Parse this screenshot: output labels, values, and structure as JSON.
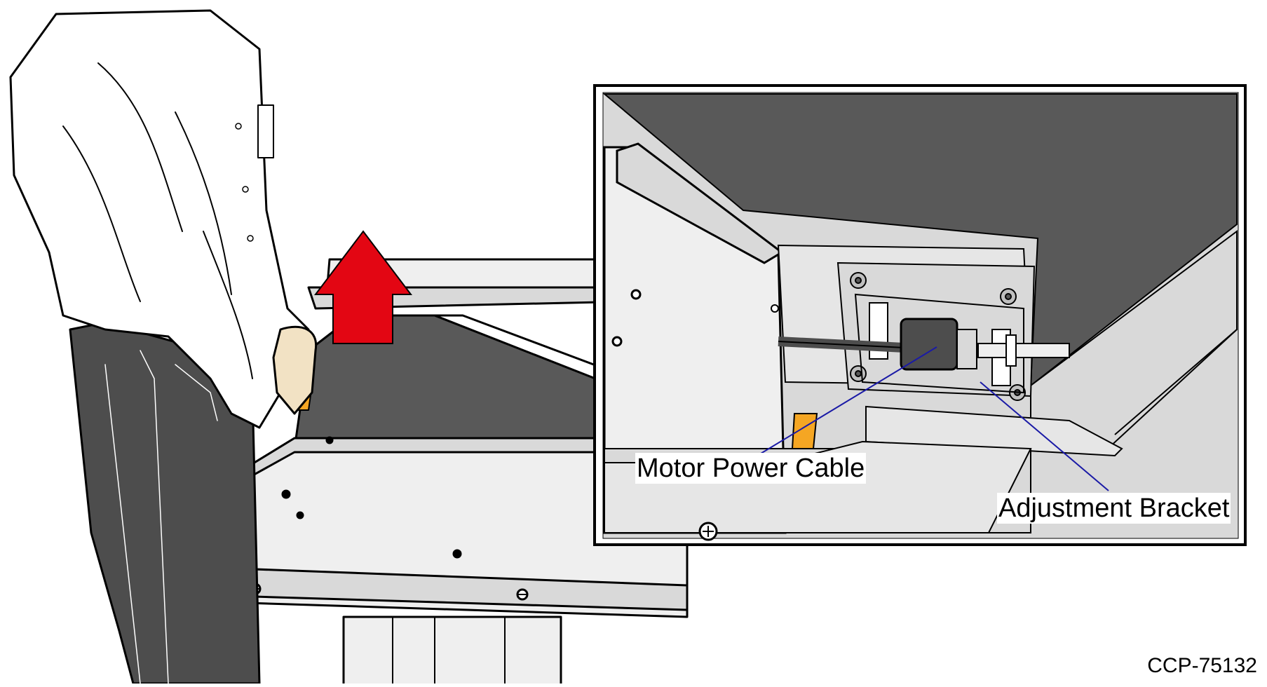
{
  "callouts": {
    "motor_power_cable": "Motor Power Cable",
    "adjustment_bracket": "Adjustment Bracket"
  },
  "figure_id": "CCP-75132",
  "colors": {
    "belt": "#595959",
    "metal_light": "#efefef",
    "metal_mid": "#d9d9d9",
    "arrow": "#e30613",
    "leader_line": "#1a1aa6",
    "orange_part": "#f5a623",
    "jeans": "#4d4d4d"
  },
  "icons": {
    "lift_arrow": "arrow-up-icon"
  }
}
